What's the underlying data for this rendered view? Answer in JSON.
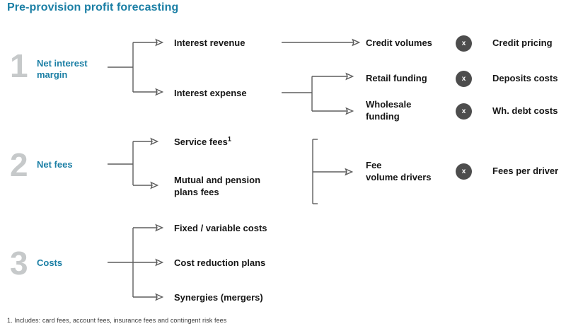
{
  "header": {
    "title": "Pre-provision profit forecasting"
  },
  "colors": {
    "title_teal": "#1b7fa5",
    "section_number_gray": "#c6c9ca",
    "node_text": "#161616",
    "connector": "#5e5e5e",
    "multiply_circle": "#4d4d4d",
    "background": "#ffffff"
  },
  "sections": [
    {
      "number": "1",
      "label_line1": "Net interest",
      "label_line2": "margin"
    },
    {
      "number": "2",
      "label_line1": "Net fees",
      "label_line2": ""
    },
    {
      "number": "3",
      "label_line1": "Costs",
      "label_line2": ""
    }
  ],
  "nim": {
    "drivers": [
      {
        "name": "Interest revenue"
      },
      {
        "name": "Interest expense"
      }
    ],
    "volume_nodes": [
      {
        "line1": "Credit volumes",
        "line2": ""
      },
      {
        "line1": "Retail funding",
        "line2": ""
      },
      {
        "line1": "Wholesale",
        "line2": "funding"
      }
    ],
    "price_nodes": [
      {
        "name": "Credit pricing"
      },
      {
        "name": "Deposits costs"
      },
      {
        "name": "Wh. debt costs"
      }
    ]
  },
  "fees": {
    "drivers": [
      {
        "name": "Service fees",
        "superscript": "1"
      },
      {
        "line1": "Mutual and pension",
        "line2": "plans fees"
      }
    ],
    "volume_node": {
      "line1": "Fee",
      "line2": "volume drivers"
    },
    "price_node": {
      "name": "Fees per driver"
    }
  },
  "costs": {
    "drivers": [
      {
        "name": "Fixed / variable costs"
      },
      {
        "name": "Cost reduction plans"
      },
      {
        "name": "Synergies (mergers)"
      }
    ]
  },
  "operators": {
    "multiply_symbol": "x",
    "multiply_icon_name": "multiply-icon"
  },
  "footnote": {
    "text": "1. Includes: card fees, account fees, insurance fees and contingent risk fees"
  }
}
